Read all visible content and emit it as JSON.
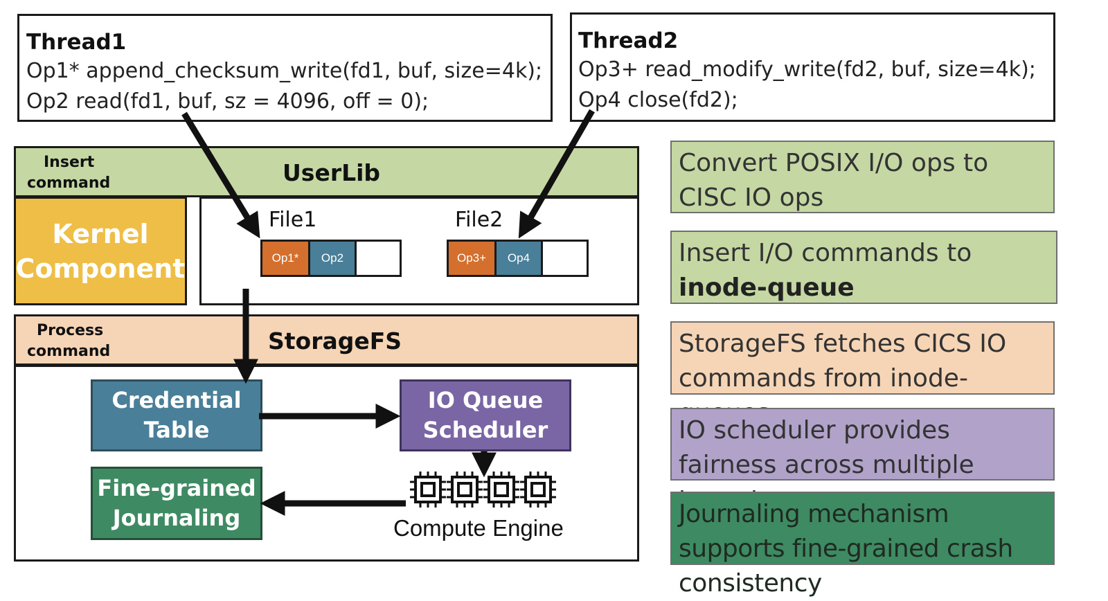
{
  "thread1": {
    "title": "Thread1",
    "lines": [
      "Op1*  append_checksum_write(fd1, buf, size=4k);",
      "Op2 read(fd1, buf, sz = 4096, off = 0);"
    ]
  },
  "thread2": {
    "title": "Thread2",
    "lines": [
      "Op3+ read_modify_write(fd2, buf, size=4k);",
      "Op4 close(fd2);"
    ]
  },
  "userlib": {
    "side_label_1": "Insert",
    "side_label_2": "command",
    "title": "UserLib"
  },
  "kernel": {
    "line1": "Kernel",
    "line2": "Component"
  },
  "file1": {
    "label": "File1",
    "cells": [
      "Op1*",
      "Op2",
      ""
    ]
  },
  "file2": {
    "label": "File2",
    "cells": [
      "Op3+",
      "Op4",
      ""
    ]
  },
  "storagefs": {
    "side_label_1": "Process",
    "side_label_2": "command",
    "title": "StorageFS"
  },
  "credential": {
    "line1": "Credential",
    "line2": "Table"
  },
  "scheduler": {
    "line1": "IO Queue",
    "line2": "Scheduler"
  },
  "journaling": {
    "line1": "Fine-grained",
    "line2": "Journaling"
  },
  "compute": {
    "label": "Compute Engine",
    "icon": "chip-icon"
  },
  "notes": [
    {
      "text": "Convert POSIX I/O ops to CISC IO ops",
      "bg": "#c5d8a4"
    },
    {
      "text_a": "Insert I/O commands to ",
      "text_b": "inode-queue",
      "bg": "#c5d8a4"
    },
    {
      "text": "StorageFS fetches CICS IO commands from inode-queues",
      "bg": "#f6d5b6"
    },
    {
      "text": "IO scheduler provides fairness across multiple tenants",
      "bg": "#b1a2c9"
    },
    {
      "text": "Journaling mechanism supports fine-grained crash consistency",
      "bg": "#3e8a62"
    }
  ],
  "colors": {
    "userlib_bg": "#c5d8a4",
    "storagefs_bg": "#f6d5b6",
    "kernel_bg": "#efbe47",
    "op_orange": "#d46f2e",
    "op_blue": "#4a7f99",
    "credential_bg": "#4a7f99",
    "scheduler_bg": "#7b66a5",
    "journaling_bg": "#3e8a62"
  }
}
